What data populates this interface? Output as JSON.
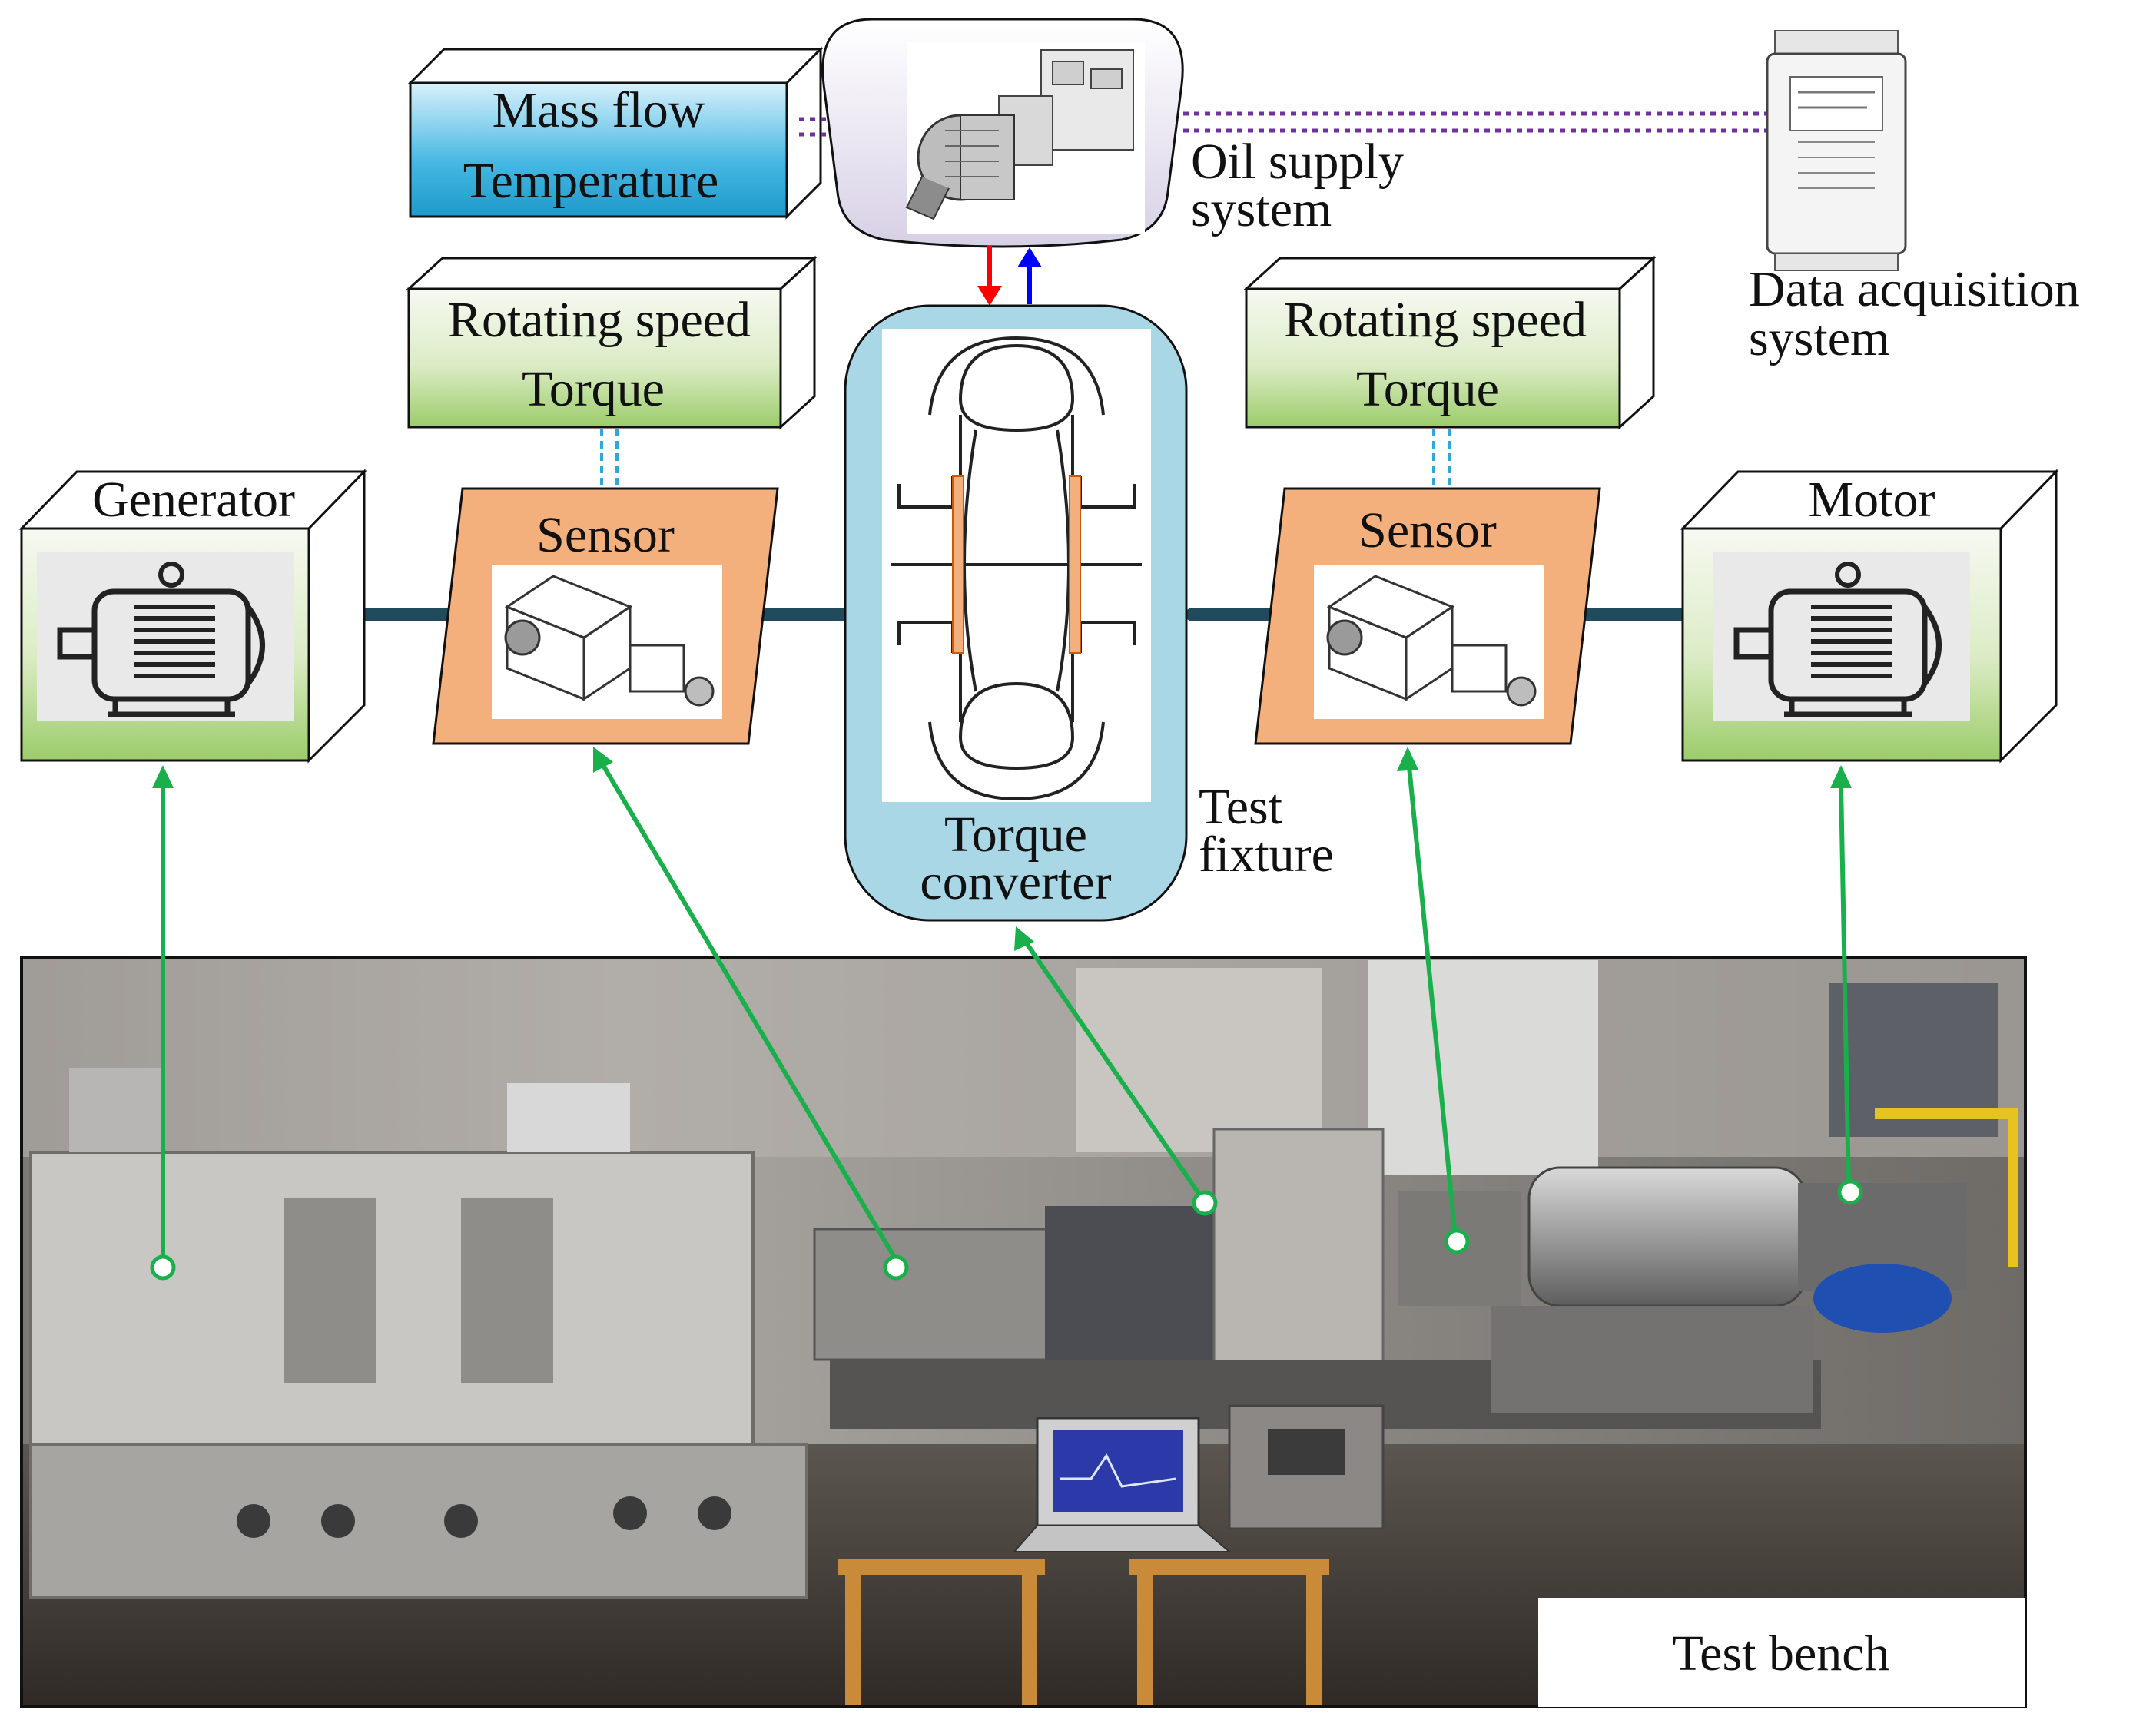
{
  "boxes": {
    "mass_flow": {
      "line1": "Mass flow",
      "line2": "Temperature"
    },
    "speed_torque_left": {
      "line1": "Rotating speed",
      "line2": "Torque"
    },
    "speed_torque_right": {
      "line1": "Rotating speed",
      "line2": "Torque"
    },
    "generator": {
      "label": "Generator"
    },
    "motor": {
      "label": "Motor"
    },
    "sensor_left": {
      "label": "Sensor"
    },
    "sensor_right": {
      "label": "Sensor"
    },
    "torque_converter": {
      "line1": "Torque",
      "line2": "converter"
    }
  },
  "labels": {
    "oil_supply": {
      "line1": "Oil supply",
      "line2": "system"
    },
    "daq": {
      "line1": "Data acquisition",
      "line2": "system"
    },
    "test_fixture": {
      "line1": "Test",
      "line2": "fixture"
    },
    "test_bench": "Test bench"
  },
  "colors": {
    "mass_flow_box": "#2fa8d8",
    "green_box_top": "#f4f8ee",
    "green_box_bottom": "#9ccc6a",
    "sensor_orange": "#f3b07d",
    "converter_blue": "#a9d7e6",
    "shaft": "#1f4b5c",
    "link_green": "#19b04b",
    "signal_purple": "#7030a0",
    "oil_supply_red": "#ff0000",
    "oil_return_blue": "#0000ff"
  },
  "icons": {
    "generator": "electric-motor-icon",
    "motor": "electric-motor-icon",
    "sensor": "torque-sensor-icon",
    "converter": "torque-converter-section-icon",
    "oil_supply": "hydraulic-pump-unit-icon",
    "daq": "daq-module-icon"
  }
}
